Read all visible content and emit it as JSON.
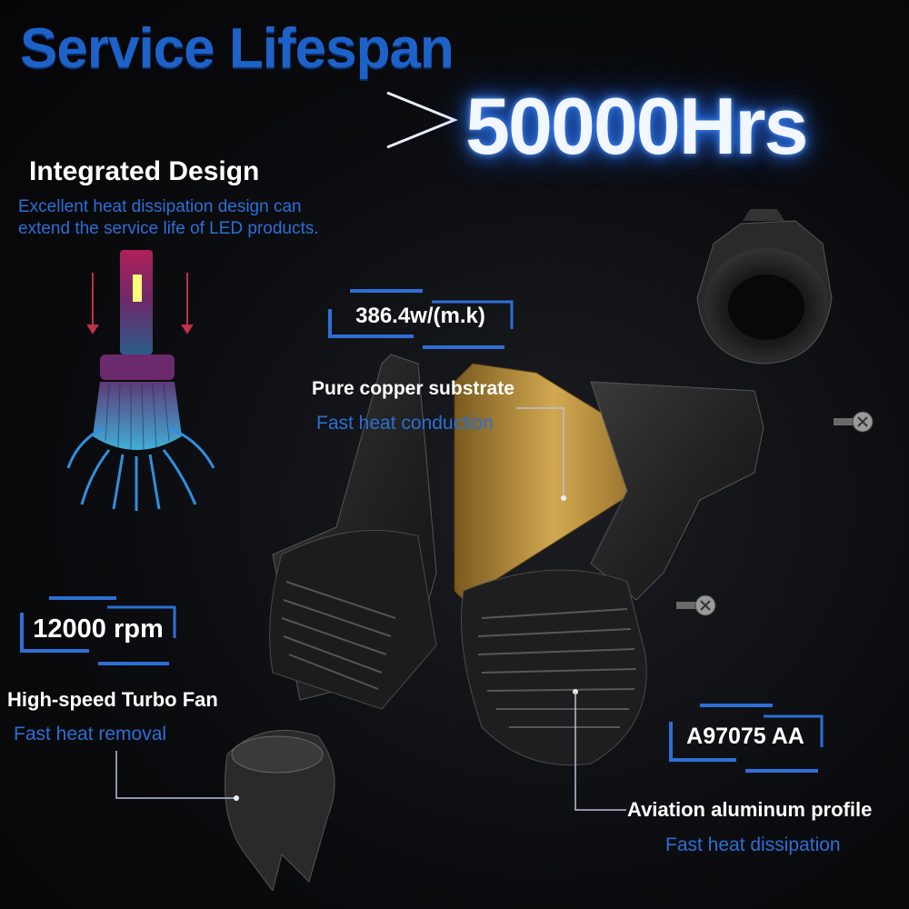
{
  "title": "Service Lifespan",
  "lifespan": {
    "prefix": ">",
    "value": "50000Hrs"
  },
  "integrated": {
    "heading": "Integrated Design",
    "description_line1": "Excellent heat dissipation design can",
    "description_line2": "extend the service life of LED products."
  },
  "copper": {
    "badge": "386.4w/(m.k)",
    "heading": "Pure copper substrate",
    "sub": "Fast heat conduction"
  },
  "fan": {
    "badge": "12000 rpm",
    "heading": "High-speed Turbo Fan",
    "sub": "Fast heat removal"
  },
  "aluminum": {
    "badge": "A97075 AA",
    "heading": "Aviation aluminum profile",
    "sub": "Fast heat dissipation"
  },
  "colors": {
    "title_blue": "#1d62c9",
    "accent_blue": "#2d6fd6",
    "glow": "#2f7dff",
    "copper": "#c9a24a"
  },
  "icons": [
    "led-bulb-icon",
    "airflow-arrow-icon",
    "screw-icon",
    "adapter-ring-icon"
  ]
}
